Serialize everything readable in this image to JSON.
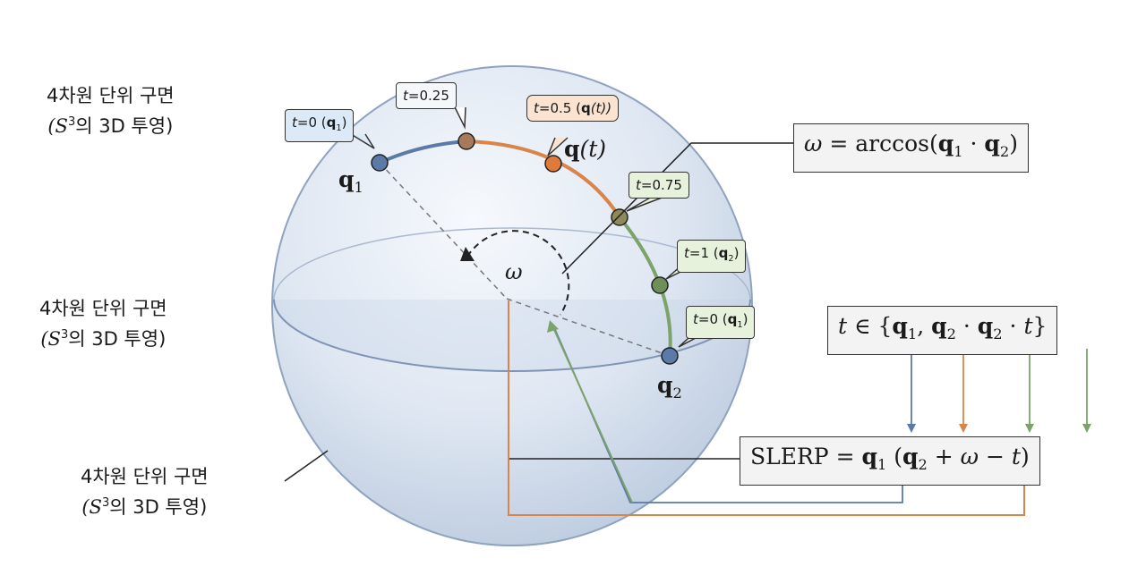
{
  "sphere_labels": [
    {
      "line1": "4차원 단위 구면",
      "line2_prefix": "(S",
      "line2_sup": "3",
      "line2_suffix": "의 3D 투영)"
    },
    {
      "line1": "4차원 단위 구면",
      "line2_prefix": "(S",
      "line2_sup": "3",
      "line2_suffix": "의 3D 투영)"
    },
    {
      "line1": "4차원 단위 구면",
      "line2_prefix": "(S",
      "line2_sup": "3",
      "line2_suffix": "의 3D 투영)"
    }
  ],
  "points": {
    "q1": {
      "base": "q",
      "sub": "1"
    },
    "q2": {
      "base": "q",
      "sub": "2"
    },
    "qt": {
      "base": "q",
      "arg": "(t)"
    }
  },
  "angle_label": "ω",
  "callouts": {
    "t0_q1": {
      "t": "t",
      "eq": "=0 (",
      "q": "q",
      "sub": "1",
      "close": ")"
    },
    "t025": {
      "t": "t",
      "eq": "=0.25"
    },
    "t05": {
      "t": "t",
      "eq": "=0.5 (",
      "q": "q",
      "arg": "(t))"
    },
    "t075": {
      "t": "t",
      "eq": "=0.75"
    },
    "t1_q2": {
      "t": "t",
      "eq": "=1 (",
      "q": "q",
      "sub": "2",
      "close": ")"
    },
    "t0_q1_b": {
      "t": "t",
      "eq": "=0 (",
      "q": "q",
      "sub": "1",
      "close": ")"
    }
  },
  "formulas": {
    "omega": {
      "lhs": "ω",
      "rest": " = arccos(",
      "q": "q",
      "sub1": "1",
      "dot": " · ",
      "sub2": "2",
      "close": ")"
    },
    "t_set": {
      "t": "t",
      "in": " ∈ {",
      "q": "q",
      "sub1": "1",
      "comma": ", ",
      "sub2": "2",
      "dot": " · ",
      "dot2": " · ",
      "tt": "t",
      "close": "}"
    },
    "slerp": {
      "lhs": "SLERP = ",
      "q": "q",
      "sub1": "1",
      "open": " (",
      "sub2": "2",
      "plus": " + ",
      "omega": "ω",
      "minus": " − ",
      "t": "t",
      "close": ")"
    }
  },
  "colors": {
    "blue": "#5a7aa8",
    "orange": "#d98448",
    "green": "#7ca36a",
    "sphere_edge": "#8fa3bf"
  }
}
